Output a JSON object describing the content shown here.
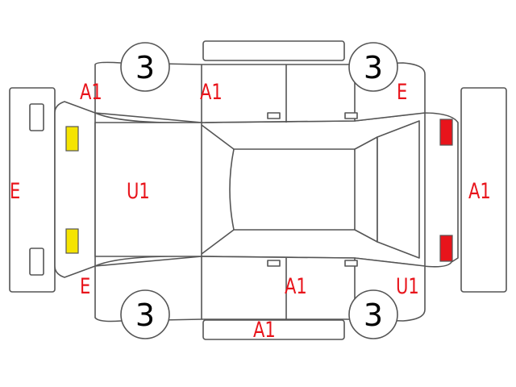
{
  "wheels": [
    "3",
    "3",
    "3",
    "3"
  ],
  "damage_labels": [
    {
      "id": "front-left-fender",
      "text": "A1"
    },
    {
      "id": "front-left-door",
      "text": "A1"
    },
    {
      "id": "rear-left-quarter",
      "text": "E"
    },
    {
      "id": "front-bumper",
      "text": "E"
    },
    {
      "id": "hood",
      "text": "U1"
    },
    {
      "id": "rear-bumper",
      "text": "A1"
    },
    {
      "id": "front-right-fender",
      "text": "E"
    },
    {
      "id": "right-door",
      "text": "A1"
    },
    {
      "id": "right-rocker",
      "text": "A1"
    },
    {
      "id": "rear-right-quarter",
      "text": "U1"
    }
  ],
  "colors": {
    "label": "#e8141b",
    "headlight": "#f5e400",
    "taillight": "#e8141b",
    "outline": "#555555"
  }
}
